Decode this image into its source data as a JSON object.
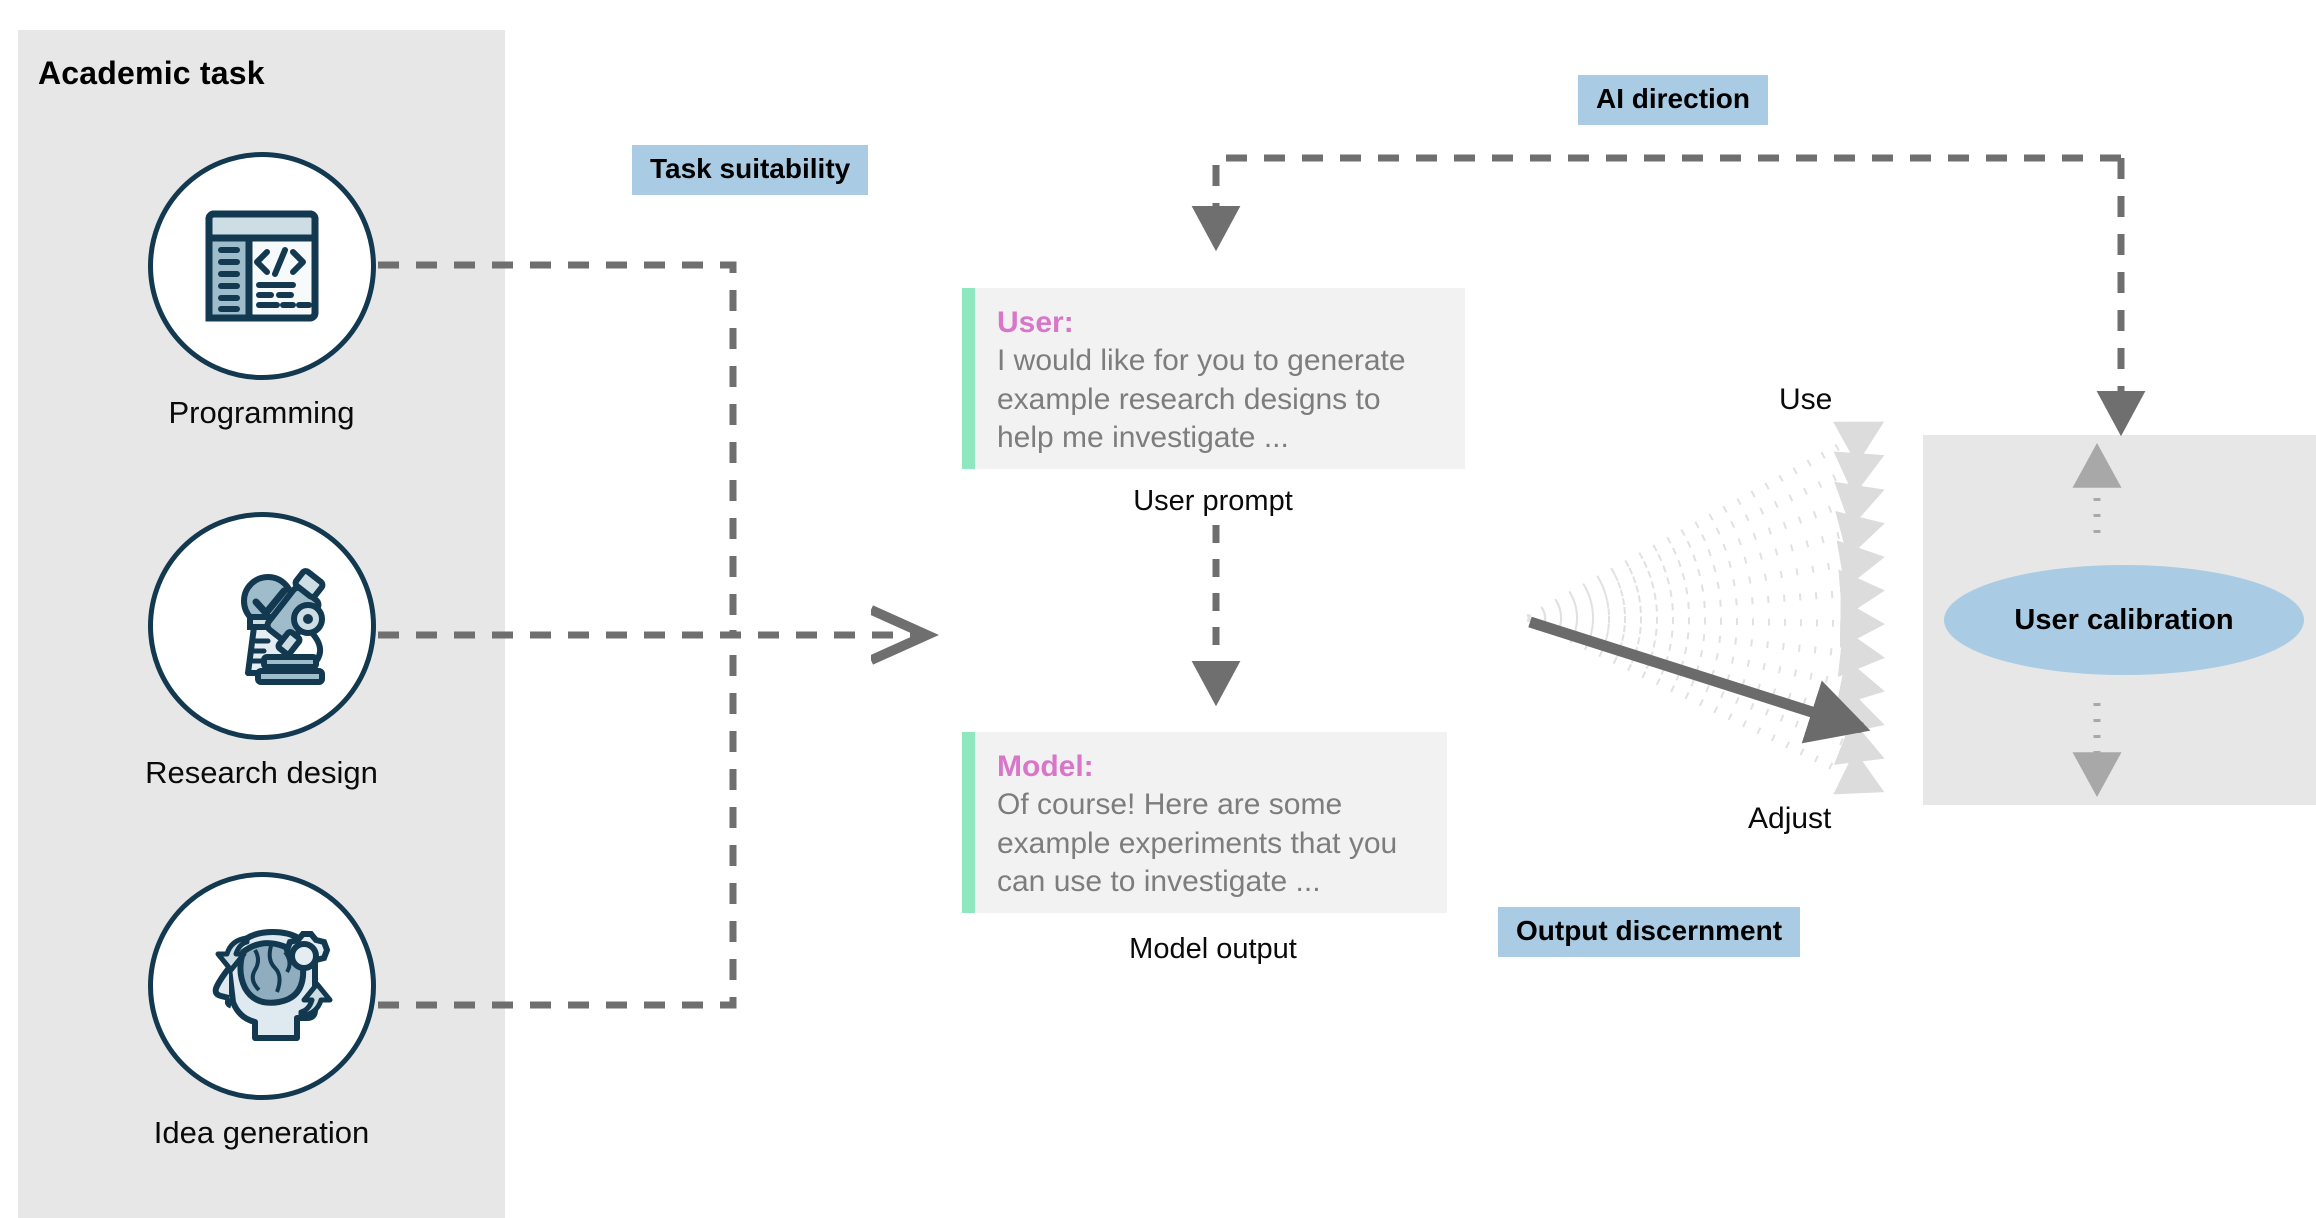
{
  "academic_panel": {
    "title": "Academic task",
    "tasks": [
      {
        "label": "Programming",
        "icon": "code-window-icon"
      },
      {
        "label": "Research design",
        "icon": "microscope-icon"
      },
      {
        "label": "Idea generation",
        "icon": "head-brain-gears-icon"
      }
    ]
  },
  "badges": {
    "task_suitability": "Task suitability",
    "ai_direction": "AI direction",
    "output_discernment": "Output discernment"
  },
  "conversation": {
    "user": {
      "speaker": "User:",
      "text": "I would like for you to generate example research designs to help me investigate ...",
      "caption": "User prompt"
    },
    "model": {
      "speaker": "Model:",
      "text": "Of course! Here are some example experiments that you can use to investigate ...",
      "caption": "Model output"
    }
  },
  "discernment_fan": {
    "top_label": "Use",
    "bottom_label": "Adjust",
    "ray_count": 11,
    "selected_ray_index": 8
  },
  "calibration": {
    "label": "User calibration"
  },
  "colors": {
    "panel_gray": "#e7e7e7",
    "badge_blue": "#a9cce4",
    "ellipse_blue": "#a9cce4",
    "bubble_bg": "#f2f2f2",
    "bubble_accent_green": "#8fe7c0",
    "speaker_pink": "#d877c9",
    "body_gray": "#7d7d7d",
    "icon_navy": "#12394f",
    "icon_steel": "#8fadbf",
    "icon_pale": "#e3edf2",
    "connector_gray": "#6f6f6f",
    "fan_light_gray": "#e3e3e3",
    "fan_dark_gray": "#6f6f6f"
  }
}
